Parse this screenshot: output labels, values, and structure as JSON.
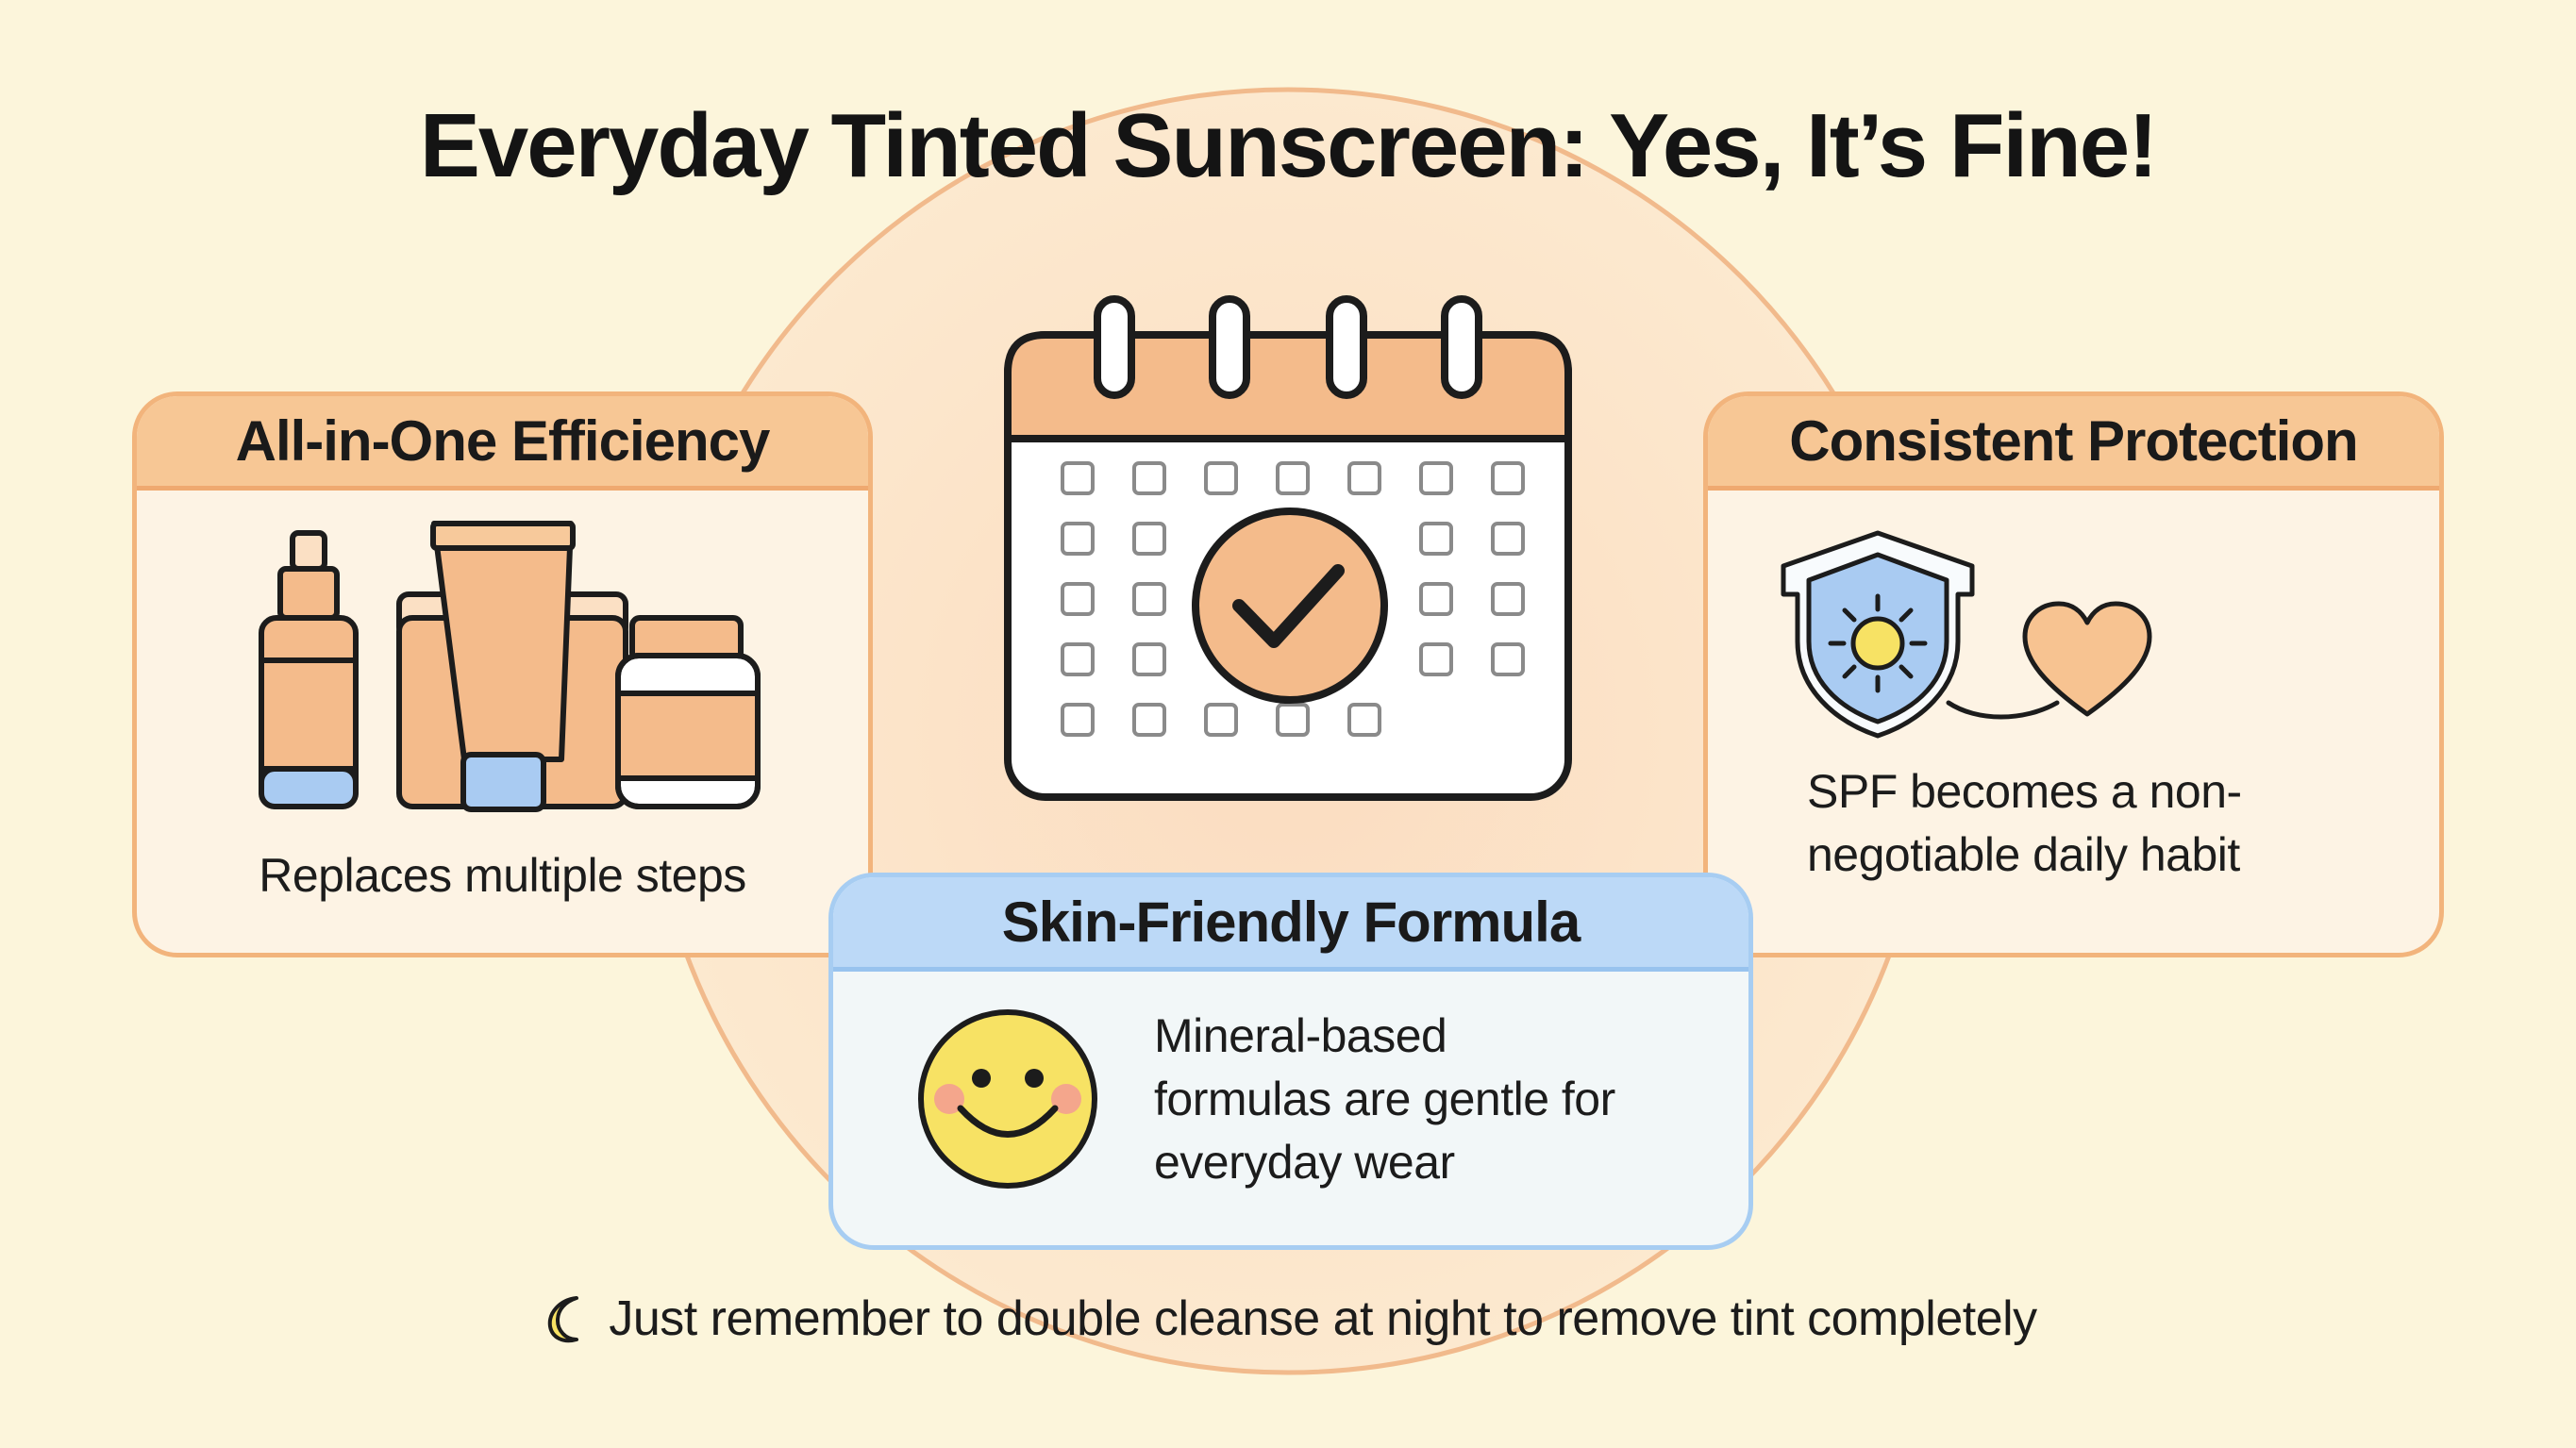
{
  "title": "Everyday Tinted Sunscreen: Yes, It’s Fine!",
  "cards": {
    "efficiency": {
      "title": "All-in-One Efficiency",
      "text": "Replaces multiple steps",
      "icon": "skincare-products-icon"
    },
    "protection": {
      "title": "Consistent Protection",
      "text_lines": [
        "SPF becomes a non-",
        "negotiable daily habit"
      ],
      "icons": [
        "sun-shield-icon",
        "heart-icon"
      ]
    },
    "formula": {
      "title": "Skin-Friendly Formula",
      "text_lines": [
        "Mineral-based",
        "formulas are gentle for",
        "everyday wear"
      ],
      "icon": "smiley-face-icon"
    }
  },
  "center_icon": "calendar-check-icon",
  "footer": {
    "icon": "moon-icon",
    "text": "Just remember to double cleanse at night to remove tint completely"
  },
  "colors": {
    "background": "#fcf5db",
    "accent_orange": "#f7c795",
    "accent_blue": "#bcd9f7",
    "sun_yellow": "#f7e264"
  }
}
